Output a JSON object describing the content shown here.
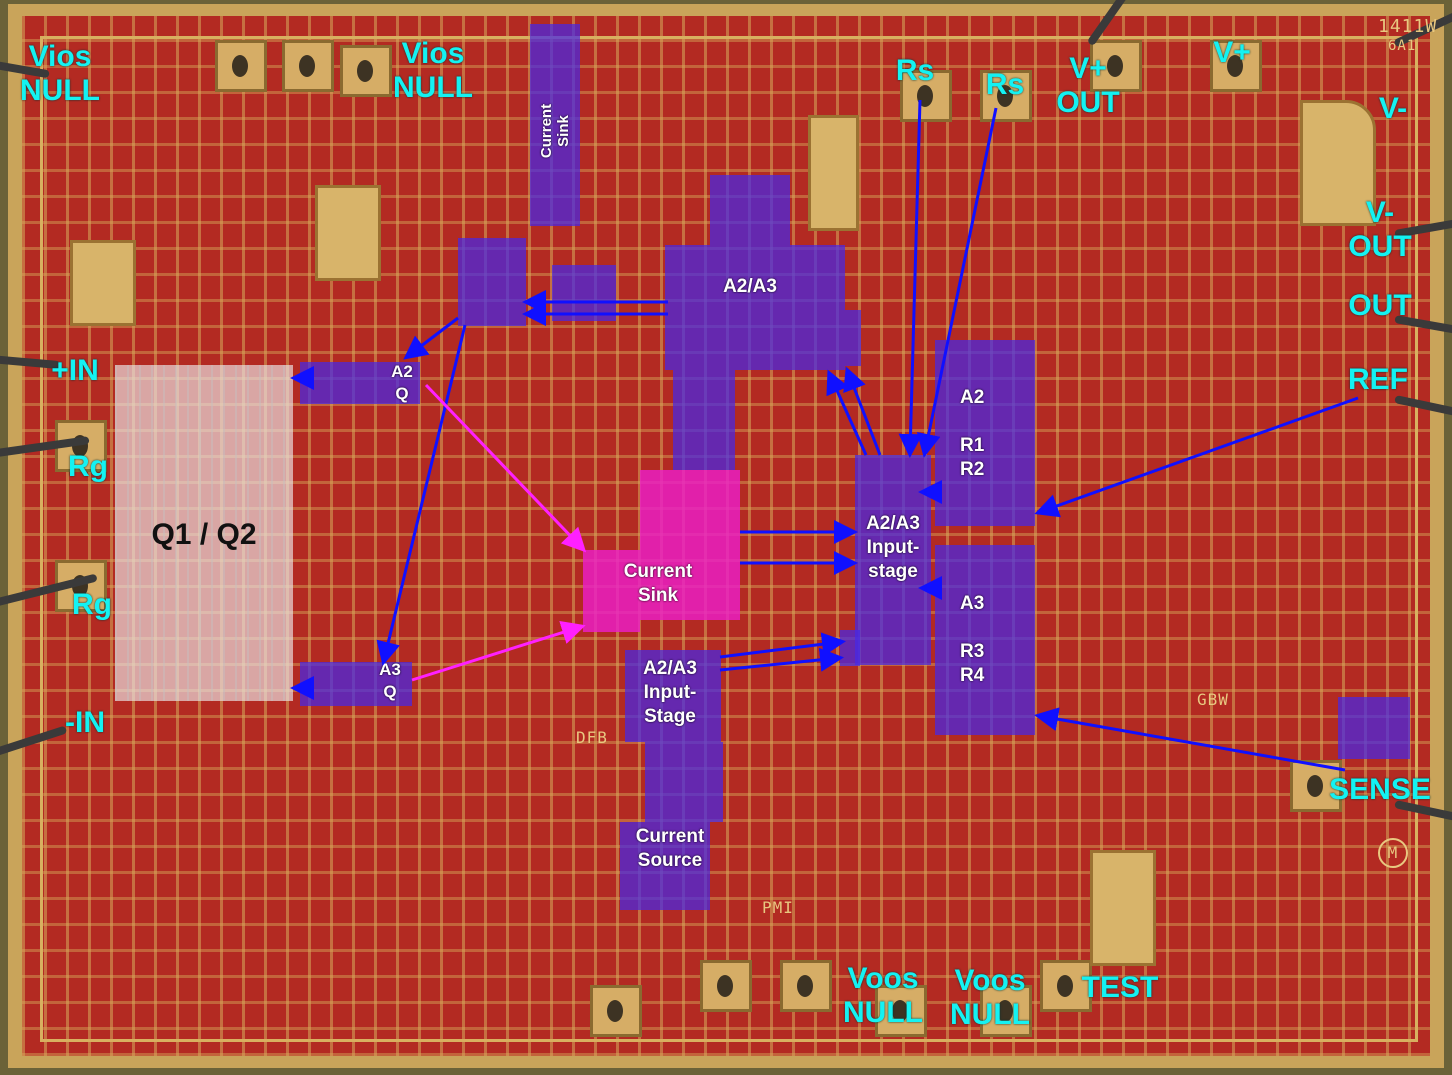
{
  "title": "Annotated die photo",
  "pins": {
    "vios_null_left": [
      "Vios",
      "NULL"
    ],
    "vios_null_mid": [
      "Vios",
      "NULL"
    ],
    "rs1": "Rs",
    "rs2": "Rs",
    "vplus_out": [
      "V+",
      "OUT"
    ],
    "vplus": "V+",
    "vminus": "V-",
    "vminus_out": [
      "V-",
      "OUT"
    ],
    "out": "OUT",
    "ref": "REF",
    "sense": "SENSE",
    "plus_in": "+IN",
    "rg1": "Rg",
    "rg2": "Rg",
    "minus_in": "-IN",
    "voos_null_1": [
      "Voos",
      "NULL"
    ],
    "voos_null_2": [
      "Voos",
      "NULL"
    ],
    "test": "TEST"
  },
  "blocks": {
    "current_sink_top": [
      "Current",
      "Sink"
    ],
    "a2a3_top": "A2/A3",
    "a2_q": [
      "A2",
      "Q"
    ],
    "a3_q": [
      "A3",
      "Q"
    ],
    "q1q2": "Q1 / Q2",
    "current_sink_mid": [
      "Current",
      "Sink"
    ],
    "a2a3_input_stage_right": [
      "A2/A3",
      "Input-",
      "stage"
    ],
    "a2a3_input_stage_lower": [
      "A2/A3",
      "Input-",
      "Stage"
    ],
    "current_source": [
      "Current",
      "Source"
    ],
    "a2_res": [
      "A2",
      "R1",
      "R2"
    ],
    "a3_res": [
      "A3",
      "R3",
      "R4"
    ]
  },
  "die_markings": {
    "part": "1411W",
    "rev": "6A1",
    "gbw": "GBW",
    "dfb": "DFB",
    "pmi": "PMI",
    "logo": "M"
  },
  "colors": {
    "pin_label": "#14f2f2",
    "block": "#4628e6",
    "current_sink": "#ec1ec8",
    "arrow": "#1010ff",
    "pink_arrow": "#ff20ff"
  }
}
